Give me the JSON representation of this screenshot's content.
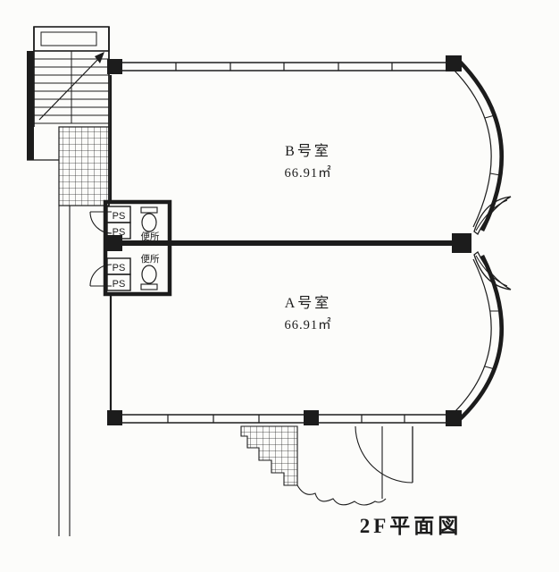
{
  "title": "2F平面図",
  "rooms": [
    {
      "id": "b",
      "name": "B号室",
      "area": "66.91㎡"
    },
    {
      "id": "a",
      "name": "A号室",
      "area": "66.91㎡"
    }
  ],
  "labels": {
    "ps": "PS",
    "toilet": "便所"
  },
  "colors": {
    "ink": "#1c1c1c",
    "paper": "#fcfcfa"
  }
}
